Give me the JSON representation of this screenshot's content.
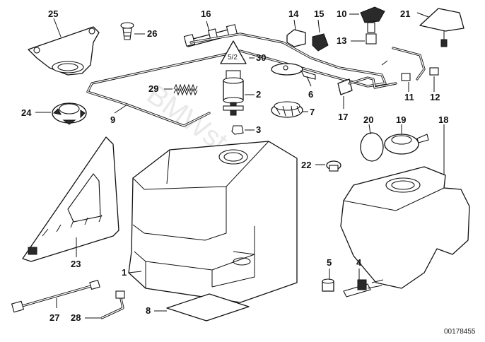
{
  "watermark": "BMWstore.pl",
  "document_number": "00178455",
  "callouts": {
    "c1": "1",
    "c2": "2",
    "c3": "3",
    "c4": "4",
    "c5": "5",
    "c6": "6",
    "c7": "7",
    "c8": "8",
    "c9": "9",
    "c10": "10",
    "c11": "11",
    "c12": "12",
    "c13": "13",
    "c14": "14",
    "c15": "15",
    "c16": "16",
    "c17": "17",
    "c18": "18",
    "c19": "19",
    "c20": "20",
    "c21": "21",
    "c22": "22",
    "c23": "23",
    "c24": "24",
    "c25": "25",
    "c26": "26",
    "c27": "27",
    "c28": "28",
    "c29": "29",
    "c30": "30"
  },
  "warning_symbol_text": "5/2"
}
